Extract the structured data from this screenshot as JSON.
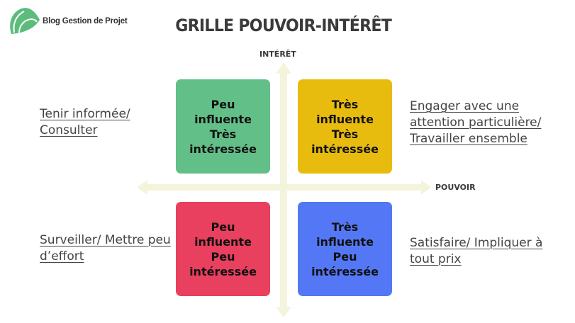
{
  "logo": {
    "text": "Blog Gestion de Projet",
    "icon": "leaf-logo-icon",
    "color": "#5cbc7c"
  },
  "title": "GRILLE POUVOIR-INTÉRÊT",
  "axes": {
    "y_label": "INTÉRÊT",
    "x_label": "POUVOIR",
    "color": "#f4f4dc"
  },
  "quadrants": {
    "top_left": {
      "lines": [
        "Peu",
        "influente",
        "Très",
        "intéressée"
      ],
      "color": "#63bf88",
      "strategy": "Tenir informée/ Consulter"
    },
    "top_right": {
      "lines": [
        "Très",
        "influente",
        "Très",
        "intéressée"
      ],
      "color": "#e8bb0f",
      "strategy": "Engager avec une attention particulière/ Travailler ensemble"
    },
    "bottom_left": {
      "lines": [
        "Peu",
        "influente",
        "Peu",
        "intéressée"
      ],
      "color": "#e8405e",
      "strategy": "Surveiller/ Mettre peu d’effort"
    },
    "bottom_right": {
      "lines": [
        "Très",
        "influente",
        "Peu",
        "intéressée"
      ],
      "color": "#5478f5",
      "strategy": "Satisfaire/ Impliquer à tout prix"
    }
  },
  "text_color": "#3a3a3a"
}
